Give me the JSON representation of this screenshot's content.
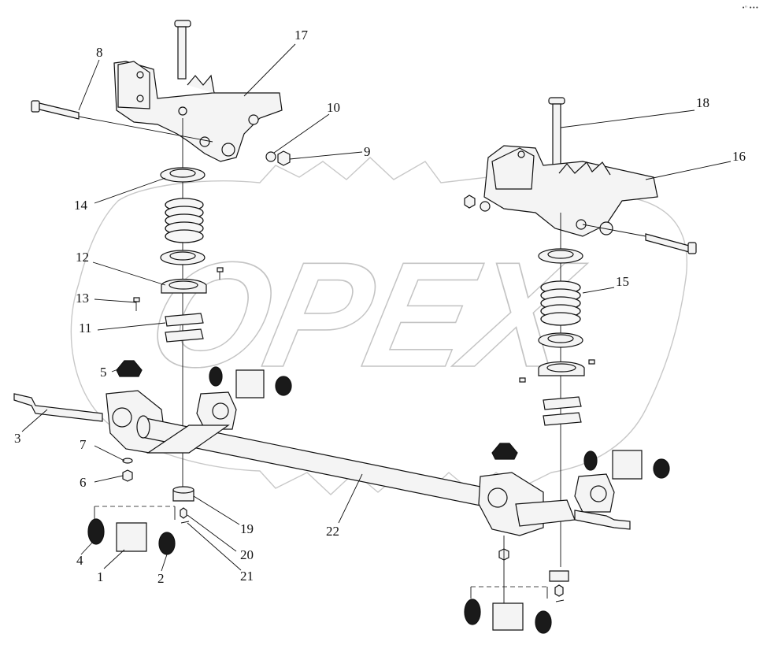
{
  "watermark": {
    "text": "OPEX"
  },
  "corner_mark": "•ⁿ •••",
  "callouts": [
    {
      "id": "c1",
      "label": "1"
    },
    {
      "id": "c2",
      "label": "2"
    },
    {
      "id": "c3",
      "label": "3"
    },
    {
      "id": "c4",
      "label": "4"
    },
    {
      "id": "c5",
      "label": "5"
    },
    {
      "id": "c6",
      "label": "6"
    },
    {
      "id": "c7",
      "label": "7"
    },
    {
      "id": "c8",
      "label": "8"
    },
    {
      "id": "c9",
      "label": "9"
    },
    {
      "id": "c10",
      "label": "10"
    },
    {
      "id": "c11",
      "label": "11"
    },
    {
      "id": "c12",
      "label": "12"
    },
    {
      "id": "c13",
      "label": "13"
    },
    {
      "id": "c14",
      "label": "14"
    },
    {
      "id": "c15",
      "label": "15"
    },
    {
      "id": "c16",
      "label": "16"
    },
    {
      "id": "c17",
      "label": "17"
    },
    {
      "id": "c18",
      "label": "18"
    },
    {
      "id": "c19",
      "label": "19"
    },
    {
      "id": "c20",
      "label": "20"
    },
    {
      "id": "c21",
      "label": "21"
    },
    {
      "id": "c22",
      "label": "22"
    }
  ]
}
